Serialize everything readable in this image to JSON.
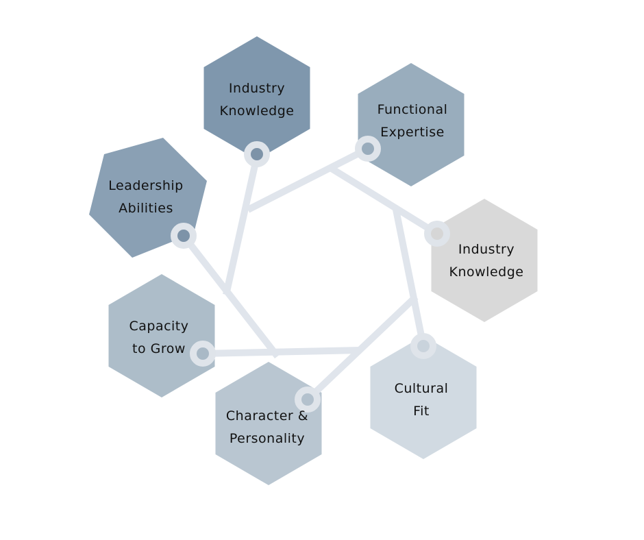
{
  "colors": {
    "connector": "#e0e5ec",
    "ring": "#dfe4ea"
  },
  "nodes": [
    {
      "id": "industry-knowledge-top",
      "lines": [
        "Industry",
        "Knowledge"
      ],
      "color": "#7f97ad",
      "dot": "#7d93a8"
    },
    {
      "id": "functional-expertise",
      "lines": [
        "Functional",
        "Expertise"
      ],
      "color": "#99adbd",
      "dot": "#99acbc"
    },
    {
      "id": "industry-knowledge-right",
      "lines": [
        "Industry",
        "Knowledge"
      ],
      "color": "#d9d9d9",
      "dot": "#d6d6d6"
    },
    {
      "id": "cultural-fit",
      "lines": [
        "Cultural",
        "Fit"
      ],
      "color": "#d1dae2",
      "dot": "#c9d3dc"
    },
    {
      "id": "character-personality",
      "lines": [
        "Character &",
        "Personality"
      ],
      "color": "#b9c6d1",
      "dot": "#b3c1cd"
    },
    {
      "id": "capacity-to-grow",
      "lines": [
        "Capacity",
        "to Grow"
      ],
      "color": "#adbdc9",
      "dot": "#a9b9c6"
    },
    {
      "id": "leadership-abilities",
      "lines": [
        "Leadership",
        "Abilities"
      ],
      "color": "#8aa0b4",
      "dot": "#7d93a8"
    }
  ]
}
